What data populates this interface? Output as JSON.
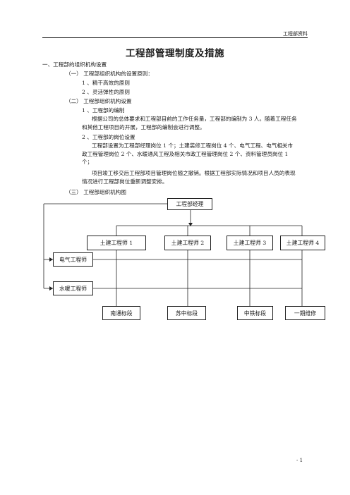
{
  "header": {
    "label": "工程部资料"
  },
  "doc": {
    "title": "工程部管理制度及措施",
    "s1": "一、工程部的组织机构设置",
    "s1_1": "（一）  工程部组织机构的设置原则：",
    "s1_1_a": "1 、精干高效的原则",
    "s1_1_b": "2 、灵活弹性的原则",
    "s1_2": "（二）  工程部组织机构设置",
    "s1_2_a": "1 、工程部的编制",
    "p1": "根据公司的总体要求和工程部目前的工作任务量，工程部的编制为 3 人。随着工程任务和其他工程项目的开展，工程部的编制会进行调整。",
    "s1_2_b": "2 、工程部的岗位设置",
    "p2": "工程部设置为工程部经理岗位 1 个；土建装修工程岗位 4 个、电气工程、电气相关市政工程管理岗位 2 个、水暖通风工程及相关市政工程管理岗位 2 个、资料管理员岗位 1 个；",
    "p3": "项目竣工移交后工程部项目管理岗位随之撤销。根据工程部实际情况和项目人员的表现情况进行工程部岗位重新调整安排。",
    "s1_3": "（三）  工程部组织机构图"
  },
  "org": {
    "manager": "工程部经理",
    "engineers": [
      "土建工程师 1",
      "土建工程师 2",
      "土建工程师 3",
      "土建工程师 4"
    ],
    "electrical": "电气工程师",
    "hvac": "水暖工程师",
    "sections": [
      "南通标段",
      "苏中标段",
      "中铁标段",
      "一期维修"
    ]
  },
  "footer": {
    "page": "-   1"
  }
}
